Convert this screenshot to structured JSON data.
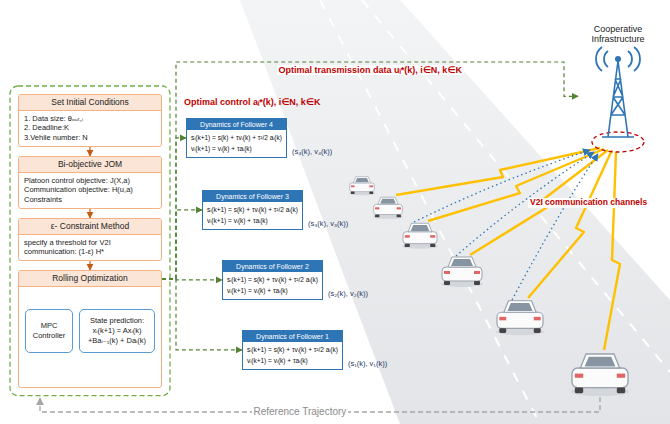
{
  "diagram": {
    "nodes": [
      {
        "text": [
          "Set Initial Conditions",
          "1. Data size: θₒᵤₜ,ᵢ",
          "2. Deadline:K",
          "3.Vehile number: N"
        ]
      },
      {
        "text": [
          "Bi-objective JOM",
          "Platoon control objective: J(X,a)",
          "Communication objective: H(u,a)",
          "Constraints"
        ]
      },
      {
        "text": [
          "ε- Constraint Method",
          "specify a threshold for V2I communication: (1-ε) H*"
        ]
      },
      {
        "text": [
          "Rolling Optimization"
        ]
      },
      {
        "text": [
          "MPC Controller"
        ],
        "in": 3
      },
      {
        "text": [
          "State prediction:",
          "xᵢ(k+1) = Axᵢ(k)",
          "+Baᵢ₋₁(k) + Daᵢ(k)"
        ],
        "in": 3
      },
      {
        "text": [
          "Dynamics of Follower 4",
          "sᵢ(k+1) = s(k) + τvᵢ(k) + τ²/2 aᵢ(k)",
          "vᵢ(k+1) = vᵢ(k) + τaᵢ(k)"
        ]
      },
      {
        "text": [
          "Dynamics of Follower 3",
          "sᵢ(k+1) = s(k) + τvᵢ(k) + τ²/2 aᵢ(k)",
          "vᵢ(k+1) = vᵢ(k) + τaᵢ(k)"
        ]
      },
      {
        "text": [
          "Dynamics of Follower 2",
          "sᵢ(k+1) = s(k) + τvᵢ(k) + τ²/2 aᵢ(k)",
          "vᵢ(k+1) = vᵢ(k) + τaᵢ(k)"
        ]
      },
      {
        "text": [
          "Dynamics of Follower 1",
          "sᵢ(k+1) = s(k) + τvᵢ(k) + τ²/2 aᵢ(k)",
          "vᵢ(k+1) = vᵢ(k) + τaᵢ(k)"
        ]
      },
      {
        "text": [
          "Cooperative Infrastructure"
        ]
      }
    ],
    "edges": [
      {
        "from": 0,
        "to": 1,
        "arrow": "to"
      },
      {
        "from": 1,
        "to": 2,
        "arrow": "to"
      },
      {
        "from": 2,
        "to": 3,
        "arrow": "to"
      },
      {
        "from": 4,
        "to": 5,
        "arrow": "to"
      },
      {
        "from": 5,
        "to": 4,
        "arrow": "to"
      },
      {
        "from": 3,
        "to": 6,
        "arrow": "to"
      },
      {
        "from": 3,
        "to": 7,
        "arrow": "to"
      },
      {
        "from": 3,
        "to": 8,
        "arrow": "to"
      },
      {
        "from": 3,
        "to": 9,
        "arrow": "to"
      },
      {
        "from": 3,
        "to": 10,
        "arrow": "to",
        "label": "Optimal transmission data uᵢ*(k), i∈N, k∈K"
      }
    ],
    "labels": [
      "Optimal control aᵢ*(k), i∈N, k∈K",
      "(s₄(k), v₄(k))",
      "(s₃(k), v₃(k))",
      "(s₂(k), v₂(k))",
      "(s₁(k), v₁(k))",
      "V2I communication channels",
      "Reference Trajectory"
    ]
  }
}
